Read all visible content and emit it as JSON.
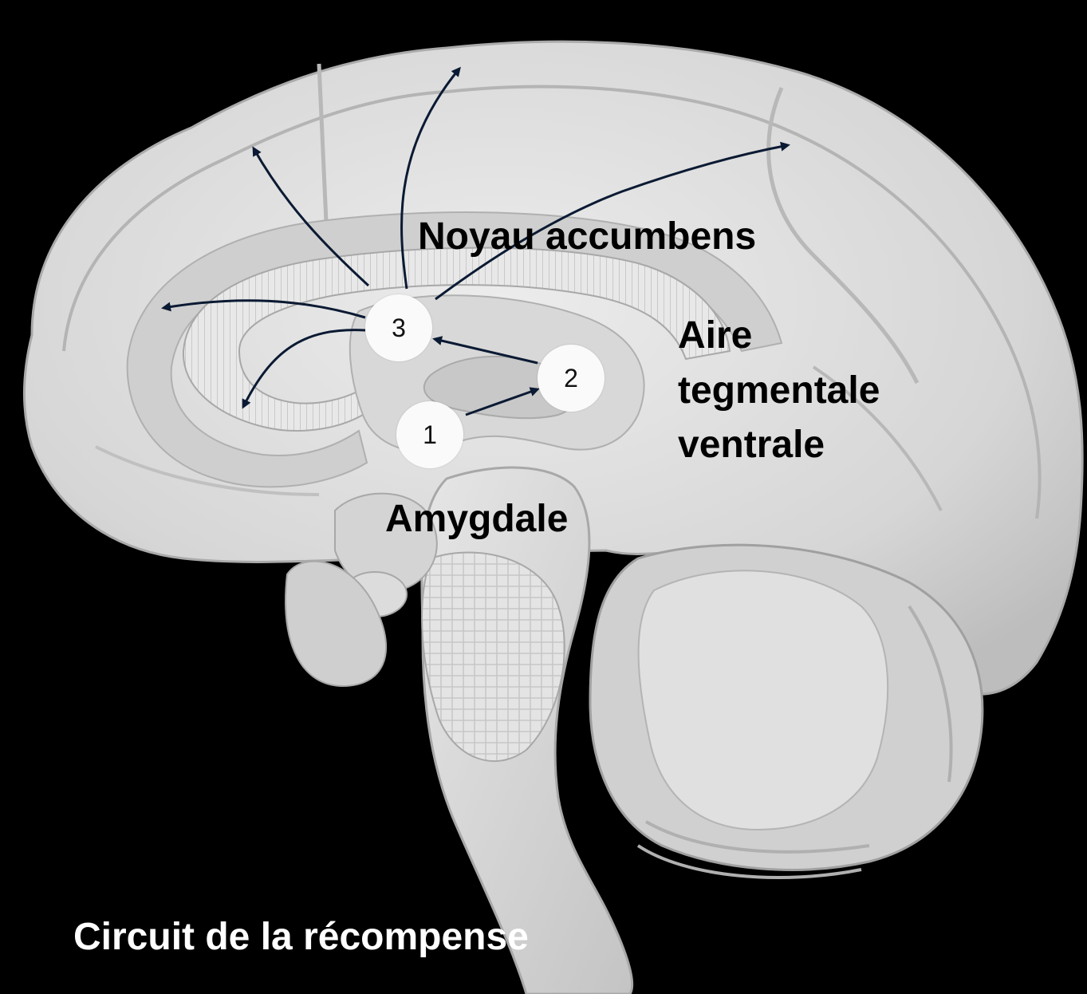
{
  "labels": {
    "nucleus_accumbens": "Noyau accumbens",
    "vta_line1": "Aire",
    "vta_line2": "tegmentale",
    "vta_line3": "ventrale",
    "amygdala": "Amygdale",
    "caption": "Circuit de la récompense"
  },
  "nodes": [
    {
      "id": "1",
      "label": "1"
    },
    {
      "id": "2",
      "label": "2"
    },
    {
      "id": "3",
      "label": "3"
    }
  ],
  "colors": {
    "background": "#000000",
    "brain": "#dcdcdc",
    "arrow": "#0b1a33",
    "node": "#fafafa"
  }
}
